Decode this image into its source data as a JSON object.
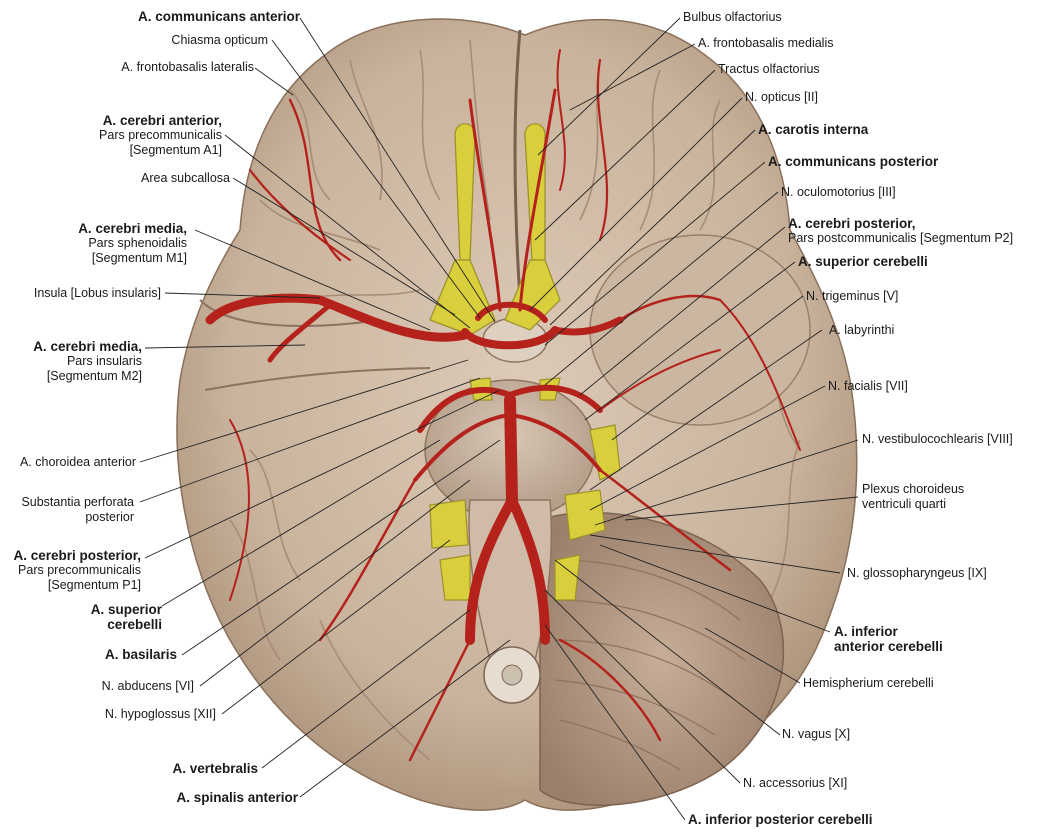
{
  "colors": {
    "background": "#ffffff",
    "brain": "#cdb9a4",
    "artery": "#b5221c",
    "nerve": "#d9cf3c",
    "leader": "#222222"
  },
  "labels_left": [
    {
      "id": "a-communicans-anterior",
      "lines": [
        "A. communicans anterior"
      ],
      "bold": "all"
    },
    {
      "id": "chiasma-opticum",
      "lines": [
        "Chiasma opticum"
      ],
      "bold": "none"
    },
    {
      "id": "a-frontobasalis-lateralis",
      "lines": [
        "A. frontobasalis lateralis"
      ],
      "bold": "none"
    },
    {
      "id": "a-cerebri-anterior",
      "lines": [
        "A. cerebri anterior,",
        "Pars precommunicalis",
        "[Segmentum A1]"
      ],
      "bold": "first"
    },
    {
      "id": "area-subcallosa",
      "lines": [
        "Area subcallosa"
      ],
      "bold": "none"
    },
    {
      "id": "a-cerebri-media-sphenoidalis",
      "lines": [
        "A. cerebri media,",
        "Pars sphenoidalis",
        "[Segmentum M1]"
      ],
      "bold": "first"
    },
    {
      "id": "insula",
      "lines": [
        "Insula [Lobus insularis]"
      ],
      "bold": "none"
    },
    {
      "id": "a-cerebri-media-insularis",
      "lines": [
        "A. cerebri media,",
        "Pars insularis",
        "[Segmentum M2]"
      ],
      "bold": "first"
    },
    {
      "id": "a-choroidea-anterior",
      "lines": [
        "A. choroidea anterior"
      ],
      "bold": "none"
    },
    {
      "id": "substantia-perforata",
      "lines": [
        "Substantia perforata",
        "posterior"
      ],
      "bold": "none"
    },
    {
      "id": "a-cerebri-posterior-p1",
      "lines": [
        "A. cerebri posterior,",
        "Pars precommunicalis",
        "[Segmentum P1]"
      ],
      "bold": "first"
    },
    {
      "id": "a-superior-cerebelli-left",
      "lines": [
        "A. superior",
        "cerebelli"
      ],
      "bold": "all"
    },
    {
      "id": "a-basilaris",
      "lines": [
        "A. basilaris"
      ],
      "bold": "all"
    },
    {
      "id": "n-abducens",
      "lines": [
        "N. abducens [VI]"
      ],
      "bold": "none"
    },
    {
      "id": "n-hypoglossus",
      "lines": [
        "N. hypoglossus [XII]"
      ],
      "bold": "none"
    },
    {
      "id": "a-vertebralis",
      "lines": [
        "A. vertebralis"
      ],
      "bold": "all"
    },
    {
      "id": "a-spinalis-anterior",
      "lines": [
        "A. spinalis anterior"
      ],
      "bold": "all"
    }
  ],
  "labels_right": [
    {
      "id": "bulbus-olfactorius",
      "lines": [
        "Bulbus olfactorius"
      ],
      "bold": "none"
    },
    {
      "id": "a-frontobasalis-medialis",
      "lines": [
        "A. frontobasalis medialis"
      ],
      "bold": "none"
    },
    {
      "id": "tractus-olfactorius",
      "lines": [
        "Tractus olfactorius"
      ],
      "bold": "none"
    },
    {
      "id": "n-opticus",
      "lines": [
        "N. opticus [II]"
      ],
      "bold": "none"
    },
    {
      "id": "a-carotis-interna",
      "lines": [
        "A. carotis interna"
      ],
      "bold": "all"
    },
    {
      "id": "a-communicans-posterior",
      "lines": [
        "A. communicans posterior"
      ],
      "bold": "all"
    },
    {
      "id": "n-oculomotorius",
      "lines": [
        "N. oculomotorius [III]"
      ],
      "bold": "none"
    },
    {
      "id": "a-cerebri-posterior-p2",
      "lines": [
        "A. cerebri posterior,",
        "Pars postcommunicalis [Segmentum P2]"
      ],
      "bold": "first"
    },
    {
      "id": "a-superior-cerebelli-right",
      "lines": [
        "A. superior cerebelli"
      ],
      "bold": "all"
    },
    {
      "id": "n-trigeminus",
      "lines": [
        "N. trigeminus [V]"
      ],
      "bold": "none"
    },
    {
      "id": "a-labyrinthi",
      "lines": [
        "A. labyrinthi"
      ],
      "bold": "none"
    },
    {
      "id": "n-facialis",
      "lines": [
        "N. facialis [VII]"
      ],
      "bold": "none"
    },
    {
      "id": "n-vestibulocochlearis",
      "lines": [
        "N. vestibulocochlearis [VIII]"
      ],
      "bold": "none"
    },
    {
      "id": "plexus-choroideus",
      "lines": [
        "Plexus choroideus",
        "ventriculi quarti"
      ],
      "bold": "none"
    },
    {
      "id": "n-glossopharyngeus",
      "lines": [
        "N. glossopharyngeus [IX]"
      ],
      "bold": "none"
    },
    {
      "id": "a-inferior-anterior-cerebelli",
      "lines": [
        "A. inferior",
        "anterior cerebelli"
      ],
      "bold": "all"
    },
    {
      "id": "hemispherium-cerebelli",
      "lines": [
        "Hemispherium cerebelli"
      ],
      "bold": "none"
    },
    {
      "id": "n-vagus",
      "lines": [
        "N. vagus [X]"
      ],
      "bold": "none"
    },
    {
      "id": "n-accessorius",
      "lines": [
        "N. accessorius [XI]"
      ],
      "bold": "none"
    },
    {
      "id": "a-inferior-posterior-cerebelli",
      "lines": [
        "A. inferior posterior cerebelli"
      ],
      "bold": "all"
    }
  ]
}
